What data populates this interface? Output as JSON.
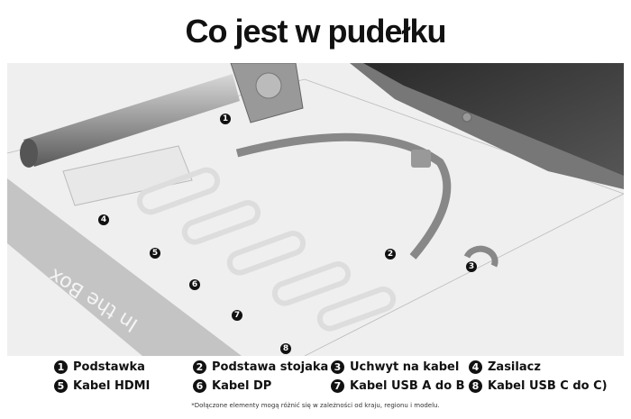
{
  "header": {
    "title": "Co jest w pudełku"
  },
  "image": {
    "banner_text": "In the Box",
    "markers": [
      "1",
      "2",
      "3",
      "4",
      "5",
      "6",
      "7",
      "8"
    ]
  },
  "legend": {
    "items": [
      {
        "num": "1",
        "label": "Podstawka"
      },
      {
        "num": "2",
        "label": "Podstawa stojaka"
      },
      {
        "num": "3",
        "label": "Uchwyt na kabel"
      },
      {
        "num": "4",
        "label": "Zasilacz"
      },
      {
        "num": "5",
        "label": "Kabel HDMI"
      },
      {
        "num": "6",
        "label": "Kabel DP"
      },
      {
        "num": "7",
        "label": "Kabel USB A do B"
      },
      {
        "num": "8",
        "label": "Kabel USB C do C)"
      }
    ]
  },
  "footnote": "*Dołączone elementy mogą różnić się w zależności od kraju, regionu i modelu.",
  "colors": {
    "panel": "#efefef",
    "banner": "#c4c4c4",
    "badge": "#111111"
  }
}
